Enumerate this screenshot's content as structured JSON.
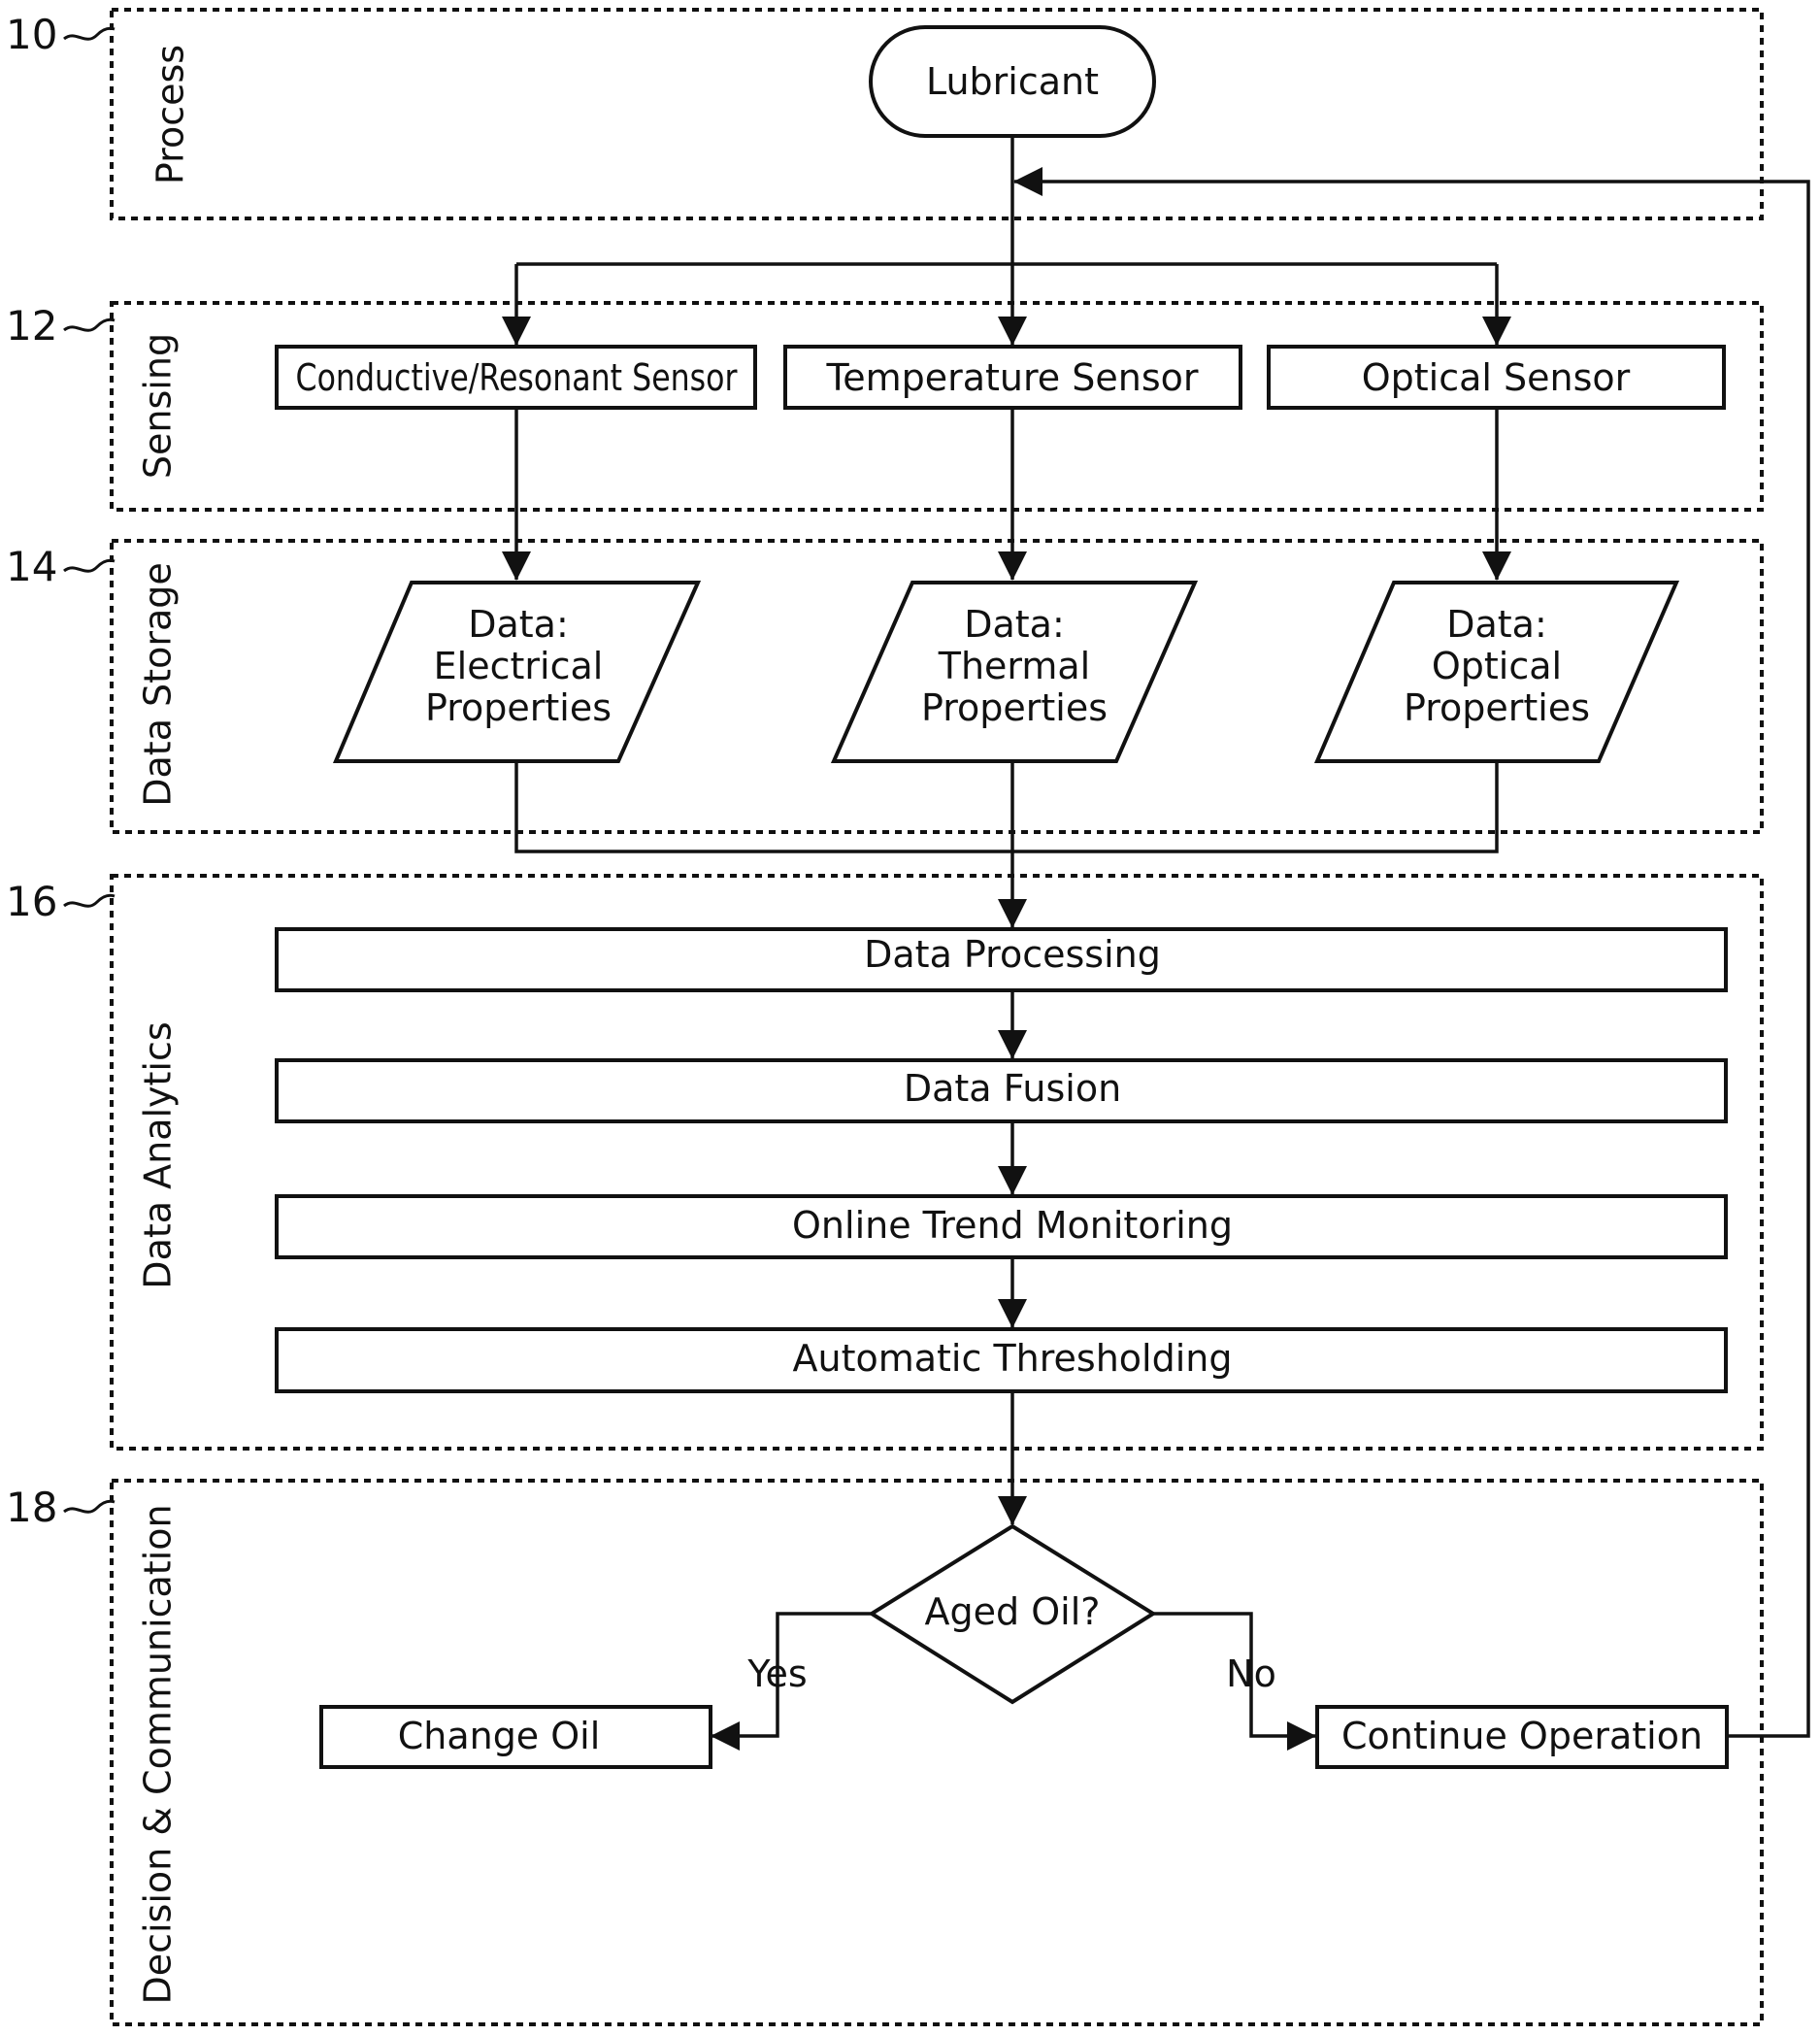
{
  "lanes": [
    {
      "ref": "10",
      "label": "Process"
    },
    {
      "ref": "12",
      "label": "Sensing"
    },
    {
      "ref": "14",
      "label": "Data Storage"
    },
    {
      "ref": "16",
      "label": "Data Analytics"
    },
    {
      "ref": "18",
      "label": "Decision & Communication"
    }
  ],
  "nodes": {
    "lubricant": "Lubricant",
    "sensors": [
      "Conductive/Resonant Sensor",
      "Temperature Sensor",
      "Optical Sensor"
    ],
    "data": [
      [
        "Data:",
        "Electrical",
        "Properties"
      ],
      [
        "Data:",
        "Thermal",
        "Properties"
      ],
      [
        "Data:",
        "Optical",
        "Properties"
      ]
    ],
    "analytics": [
      "Data Processing",
      "Data Fusion",
      "Online Trend Monitoring",
      "Automatic Thresholding"
    ],
    "decision": "Aged Oil?",
    "yes_label": "Yes",
    "no_label": "No",
    "change_oil": "Change Oil",
    "continue_operation": "Continue Operation"
  }
}
